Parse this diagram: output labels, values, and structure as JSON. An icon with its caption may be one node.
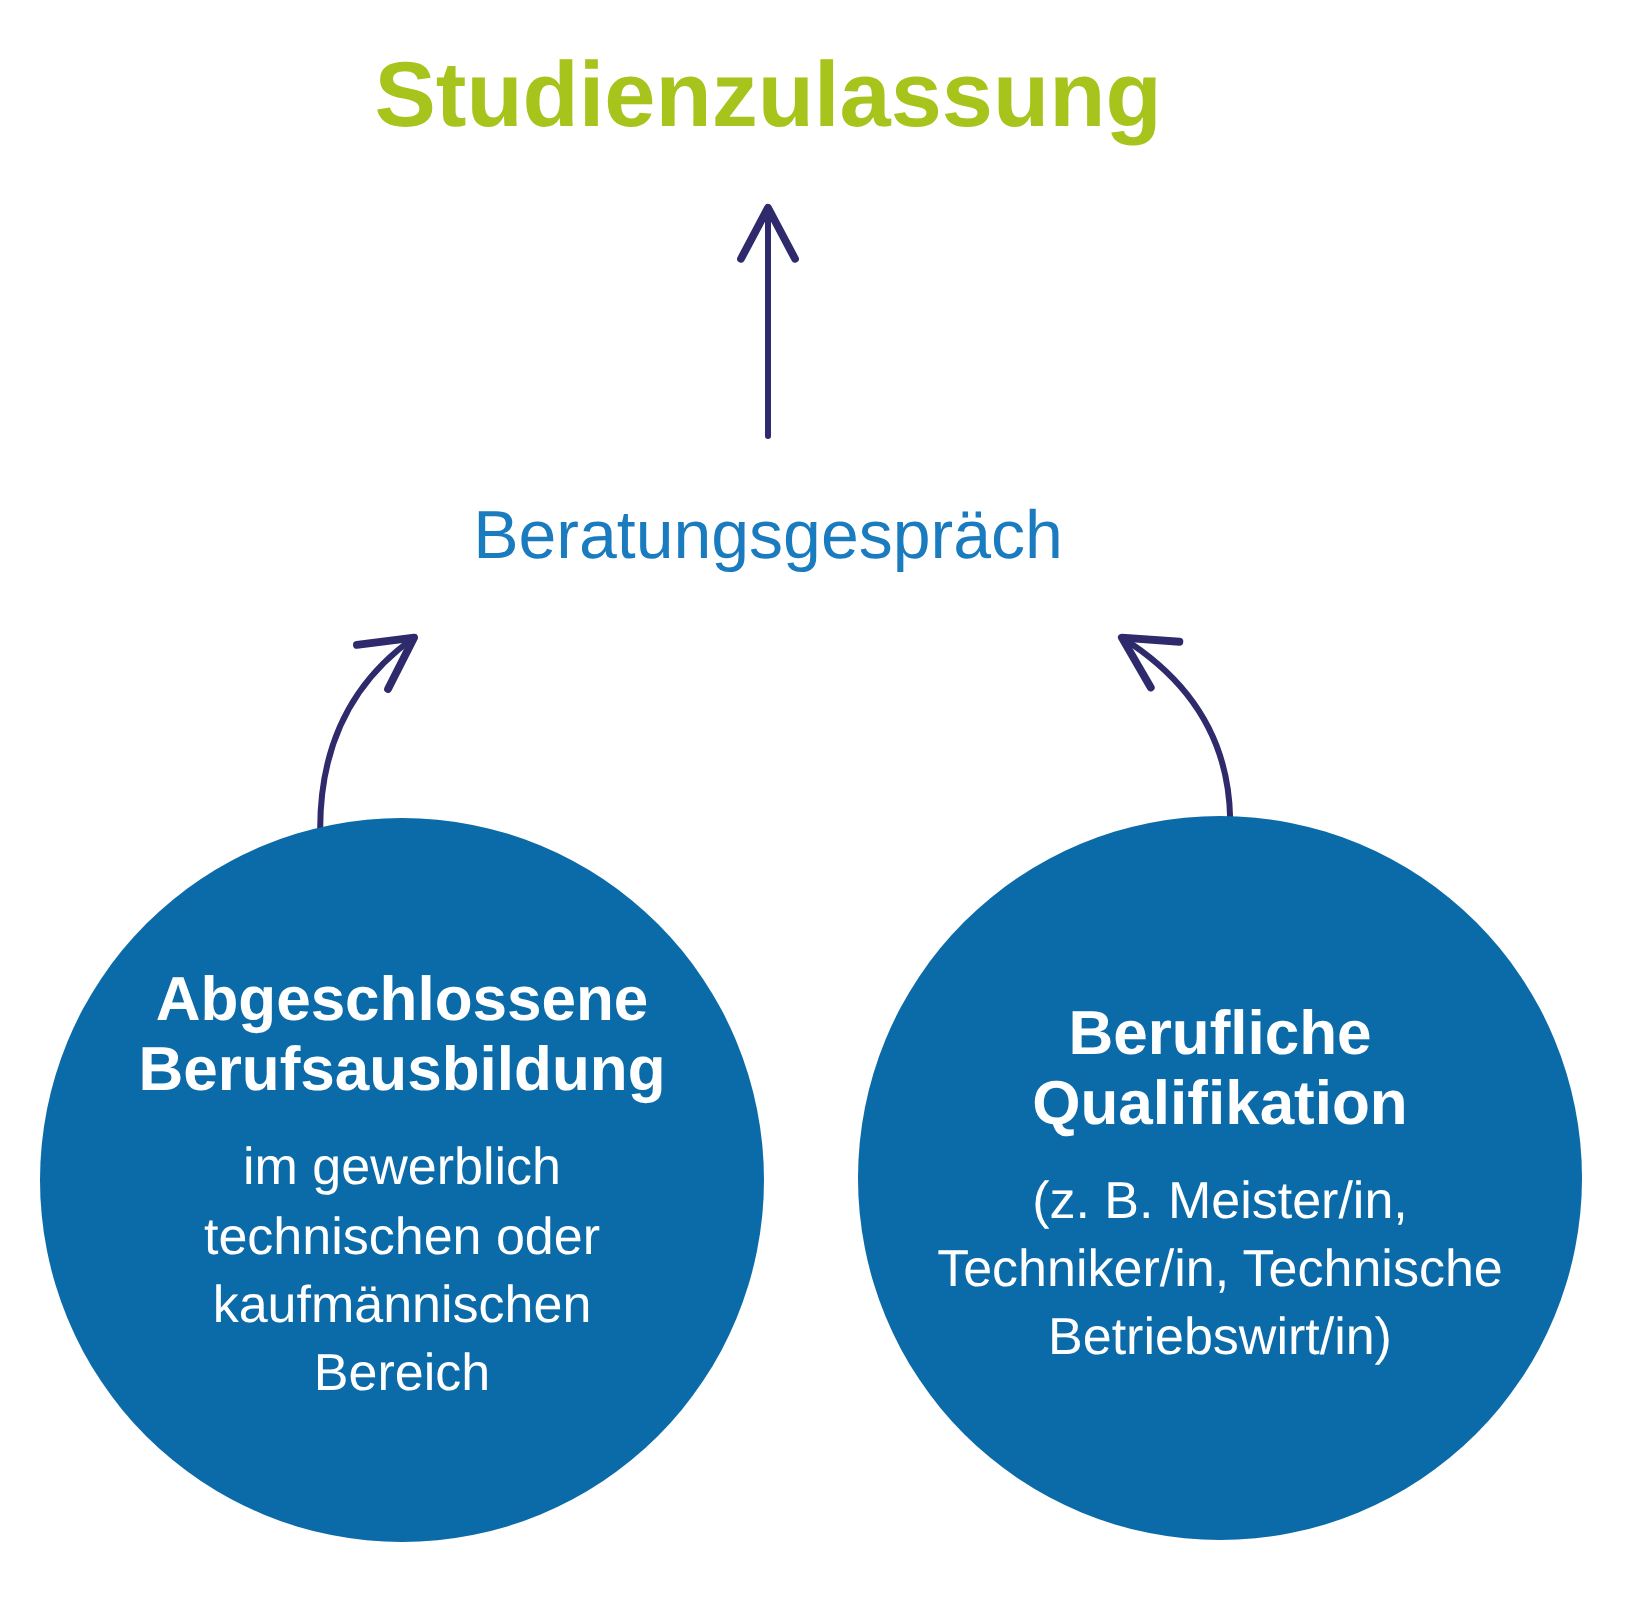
{
  "diagram": {
    "nodes": [
      {
        "text": [
          "Studienzulassung"
        ]
      },
      {
        "text": [
          "Beratungsgespräch"
        ]
      },
      {
        "text": [
          "Abgeschlossene Berufsausbildung",
          "im gewerblich technischen oder kaufmännischen Bereich"
        ]
      },
      {
        "text": [
          "Berufliche Qualifikation",
          "(z. B. Meister/in, Techniker/in, Technische Betriebswirt/in)"
        ]
      }
    ],
    "edges": [
      {
        "from": 1,
        "to": 0,
        "arrow": "to"
      },
      {
        "from": 2,
        "to": 1,
        "arrow": "to"
      },
      {
        "from": 3,
        "to": 1,
        "arrow": "to"
      }
    ]
  }
}
